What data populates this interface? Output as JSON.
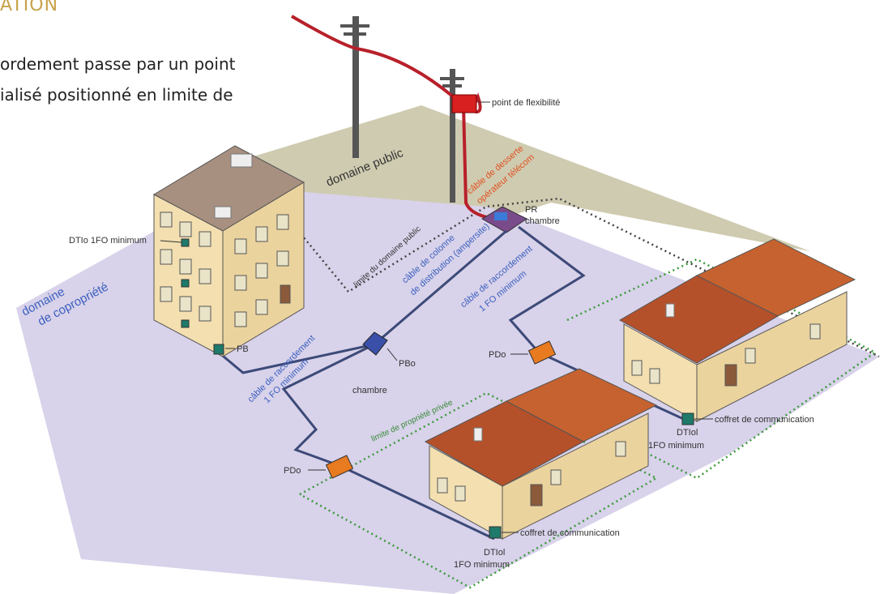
{
  "header": {
    "title": "ATION",
    "intro_line1": "ordement passe par un point",
    "intro_line2": "ialisé positionné en limite de"
  },
  "labels": {
    "point_flex": "point de flexibilité",
    "domaine_public": "domaine public",
    "cable_desserte_1": "câble de desserte",
    "cable_desserte_2": "opérateur télécom",
    "pr": "PR",
    "chambre_top": "chambre",
    "limite_public": "limite du domaine public",
    "dtio_building": "DTIo 1FO minimum",
    "domaine_copro_1": "domaine",
    "domaine_copro_2": "de copropriété",
    "colonne_1": "câble de colonne",
    "colonne_2": "de distribution (ampersite)",
    "raccord_right_1": "câble de raccordement",
    "raccord_right_2": "1 FO minimum",
    "pb": "PB",
    "pbo": "PBo",
    "chambre_mid": "chambre",
    "raccord_left_1": "câble de raccordement",
    "raccord_left_2": "1 FO minimum",
    "pdo_right": "PDo",
    "pdo_left": "PDo",
    "limite_privee": "limite de propriété privée",
    "coffret_right": "coffret de communication",
    "dtio_right_1": "DTIol",
    "dtio_right_2": "1FO minimum",
    "coffret_bottom": "coffret de communication",
    "dtio_bottom_1": "DTIol",
    "dtio_bottom_2": "1FO minimum"
  },
  "colors": {
    "heading": "#c8a24a",
    "public_zone": "#cfcbb0",
    "private_zone": "#d8d2ea",
    "fiber_red": "#b8202a",
    "cable_blue": "#3c4a78",
    "green_dotted": "#3a9a3a",
    "roof_red": "#b5512a",
    "wall_beige": "#f3dfb0"
  }
}
